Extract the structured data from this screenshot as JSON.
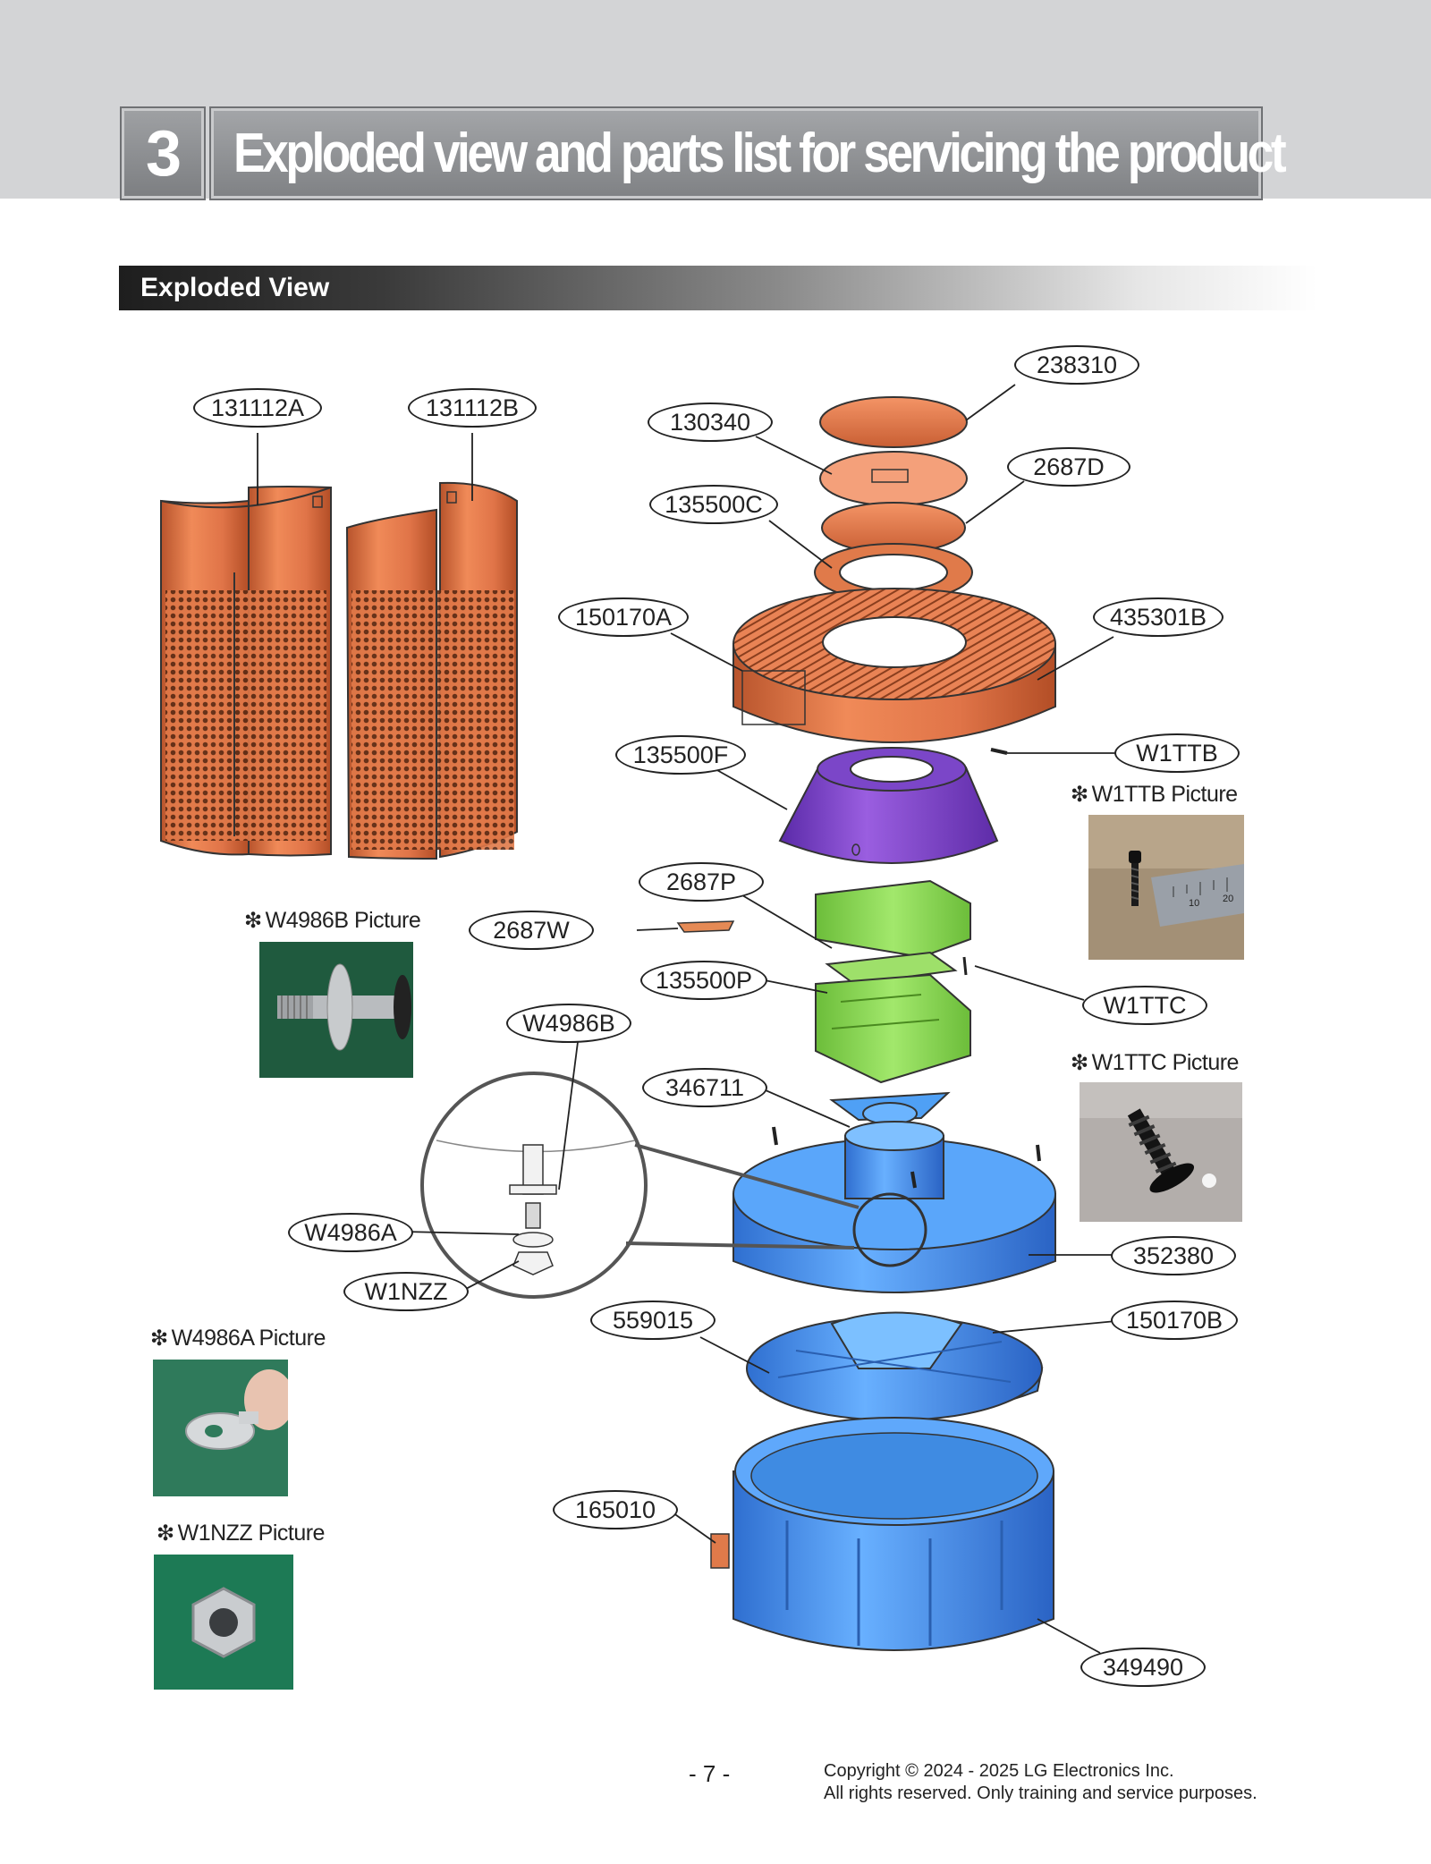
{
  "header": {
    "chapter_number": "3",
    "chapter_title": "Exploded view and parts list for servicing the product"
  },
  "section": {
    "title": "Exploded View"
  },
  "callouts": {
    "c131112A": "131112A",
    "c131112B": "131112B",
    "c238310": "238310",
    "c130340": "130340",
    "c2687D": "2687D",
    "c135500C": "135500C",
    "c150170A": "150170A",
    "c435301B": "435301B",
    "c135500F": "135500F",
    "cW1TTB": "W1TTB",
    "c2687P": "2687P",
    "c2687W": "2687W",
    "c135500P": "135500P",
    "cW1TTC": "W1TTC",
    "cW4986B": "W4986B",
    "c346711": "346711",
    "cW4986A": "W4986A",
    "c352380": "352380",
    "cW1NZZ": "W1NZZ",
    "c559015": "559015",
    "c150170B": "150170B",
    "c165010": "165010",
    "c349490": "349490"
  },
  "picture_labels": {
    "w1ttb": "W1TTB Picture",
    "w4986b": "W4986B Picture",
    "w1ttc": "W1TTC Picture",
    "w4986a": "W4986A Picture",
    "w1nzz": "W1NZZ Picture",
    "marker": "❇"
  },
  "ruler_marks": {
    "m10": "10",
    "m20": "20"
  },
  "footer": {
    "page_number": "- 7 -",
    "copyright_line1": "Copyright © 2024 - 2025 LG Electronics Inc.",
    "copyright_line2": "All rights reserved. Only training and service purposes."
  },
  "colors": {
    "copper": "#d86a3c",
    "purple": "#7a3fc0",
    "green": "#86d24f",
    "blue": "#3f8fe8",
    "header_gray": "#d3d4d6"
  }
}
